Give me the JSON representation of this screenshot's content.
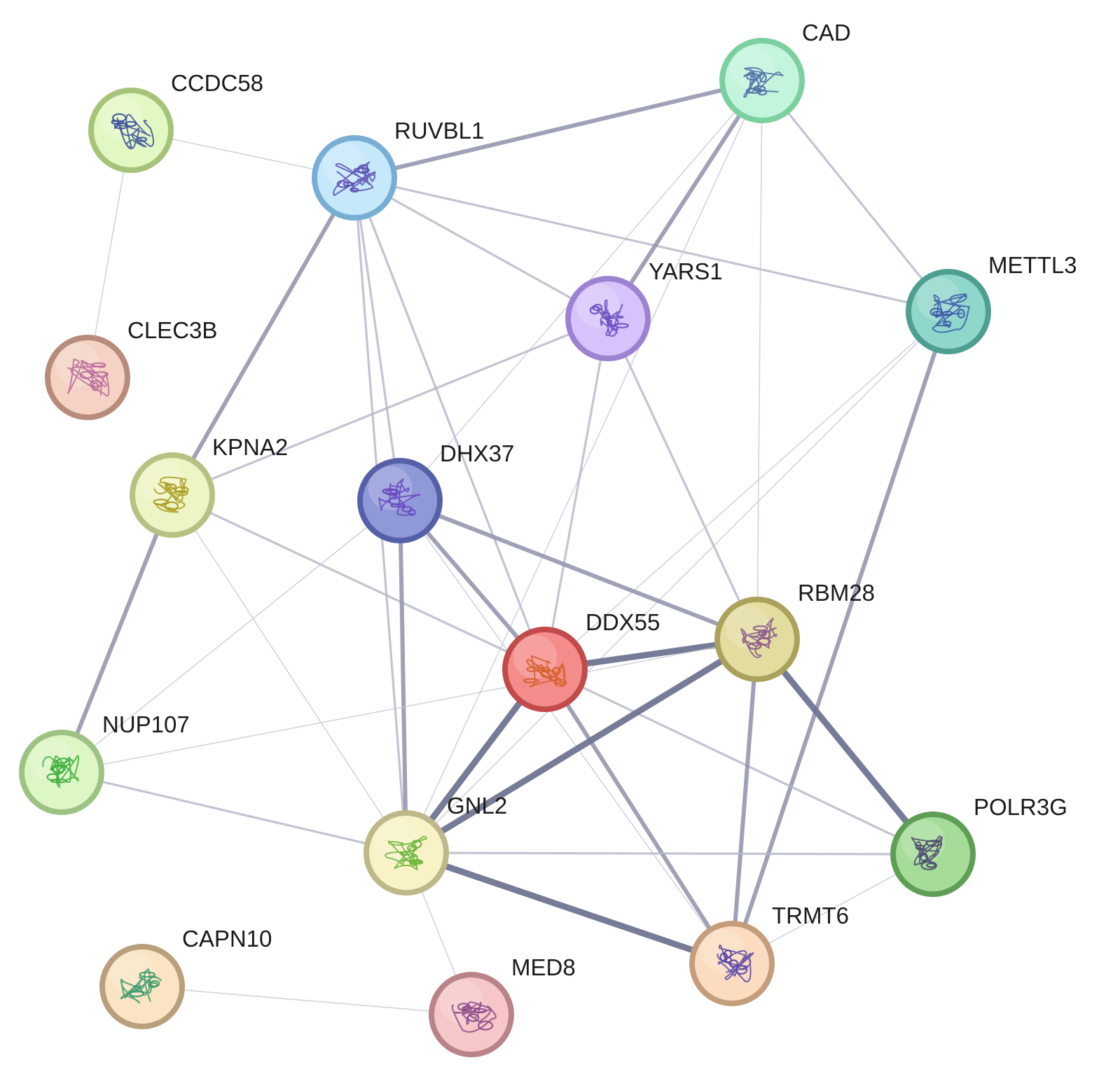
{
  "network": {
    "nodes": [
      {
        "id": "CAD",
        "label": "CAD",
        "fill": "#c2f5dc",
        "ring": "#7ccf9f",
        "glyph": "#4d6fa8"
      },
      {
        "id": "CCDC58",
        "label": "CCDC58",
        "fill": "#e2f8c2",
        "ring": "#a5c47a",
        "glyph": "#3b4f9a"
      },
      {
        "id": "RUVBL1",
        "label": "RUVBL1",
        "fill": "#c6e8fb",
        "ring": "#79aed4",
        "glyph": "#5a4fb0"
      },
      {
        "id": "YARS1",
        "label": "YARS1",
        "fill": "#d8c2fb",
        "ring": "#9e82d2",
        "glyph": "#6a4cc0"
      },
      {
        "id": "METTL3",
        "label": "METTL3",
        "fill": "#8fd6cb",
        "ring": "#4e9e92",
        "glyph": "#3b5aa8"
      },
      {
        "id": "CLEC3B",
        "label": "CLEC3B",
        "fill": "#f5d2c4",
        "ring": "#b88c7c",
        "glyph": "#b76a9a"
      },
      {
        "id": "KPNA2",
        "label": "KPNA2",
        "fill": "#eef5c4",
        "ring": "#b9c083",
        "glyph": "#a89c20"
      },
      {
        "id": "DHX37",
        "label": "DHX37",
        "fill": "#8f99d8",
        "ring": "#5660a8",
        "glyph": "#6a48c0"
      },
      {
        "id": "RBM28",
        "label": "RBM28",
        "fill": "#e2dc9e",
        "ring": "#aaa25c",
        "glyph": "#8a5a8a"
      },
      {
        "id": "DDX55",
        "label": "DDX55",
        "fill": "#f48c8c",
        "ring": "#c24a4a",
        "glyph": "#d4602a"
      },
      {
        "id": "NUP107",
        "label": "NUP107",
        "fill": "#dcf6c4",
        "ring": "#9ec284",
        "glyph": "#3fae3f"
      },
      {
        "id": "GNL2",
        "label": "GNL2",
        "fill": "#f8f2c6",
        "ring": "#bfb88a",
        "glyph": "#6ab43a"
      },
      {
        "id": "POLR3G",
        "label": "POLR3G",
        "fill": "#a4dc98",
        "ring": "#5e9e55",
        "glyph": "#4a4a6a"
      },
      {
        "id": "TRMT6",
        "label": "TRMT6",
        "fill": "#fbdcc0",
        "ring": "#c49e7c",
        "glyph": "#5a46a8"
      },
      {
        "id": "CAPN10",
        "label": "CAPN10",
        "fill": "#fae4c4",
        "ring": "#b9a07c",
        "glyph": "#3a9a6a"
      },
      {
        "id": "MED8",
        "label": "MED8",
        "fill": "#f6c6c8",
        "ring": "#b98488",
        "glyph": "#8a4a8a"
      }
    ],
    "edges": [
      {
        "from": "RUVBL1",
        "to": "CAD",
        "strength": "medium"
      },
      {
        "from": "RUVBL1",
        "to": "KPNA2",
        "strength": "medium"
      },
      {
        "from": "RUVBL1",
        "to": "CCDC58",
        "strength": "faint"
      },
      {
        "from": "RUVBL1",
        "to": "METTL3",
        "strength": "light"
      },
      {
        "from": "RUVBL1",
        "to": "YARS1",
        "strength": "light"
      },
      {
        "from": "RUVBL1",
        "to": "DHX37",
        "strength": "light"
      },
      {
        "from": "RUVBL1",
        "to": "GNL2",
        "strength": "light"
      },
      {
        "from": "RUVBL1",
        "to": "DDX55",
        "strength": "light"
      },
      {
        "from": "CCDC58",
        "to": "CLEC3B",
        "strength": "faint"
      },
      {
        "from": "CAD",
        "to": "METTL3",
        "strength": "light"
      },
      {
        "from": "CAD",
        "to": "YARS1",
        "strength": "medium"
      },
      {
        "from": "CAD",
        "to": "RBM28",
        "strength": "faint"
      },
      {
        "from": "CAD",
        "to": "DHX37",
        "strength": "faint"
      },
      {
        "from": "CAD",
        "to": "GNL2",
        "strength": "faint"
      },
      {
        "from": "YARS1",
        "to": "KPNA2",
        "strength": "light"
      },
      {
        "from": "YARS1",
        "to": "RBM28",
        "strength": "light"
      },
      {
        "from": "YARS1",
        "to": "DDX55",
        "strength": "light"
      },
      {
        "from": "METTL3",
        "to": "TRMT6",
        "strength": "medium"
      },
      {
        "from": "METTL3",
        "to": "DDX55",
        "strength": "faint"
      },
      {
        "from": "METTL3",
        "to": "GNL2",
        "strength": "faint"
      },
      {
        "from": "KPNA2",
        "to": "NUP107",
        "strength": "medium"
      },
      {
        "from": "KPNA2",
        "to": "DDX55",
        "strength": "light"
      },
      {
        "from": "KPNA2",
        "to": "GNL2",
        "strength": "faint"
      },
      {
        "from": "DHX37",
        "to": "RBM28",
        "strength": "medium"
      },
      {
        "from": "DHX37",
        "to": "DDX55",
        "strength": "medium"
      },
      {
        "from": "DHX37",
        "to": "GNL2",
        "strength": "medium"
      },
      {
        "from": "DHX37",
        "to": "NUP107",
        "strength": "faint"
      },
      {
        "from": "DHX37",
        "to": "TRMT6",
        "strength": "faint"
      },
      {
        "from": "DDX55",
        "to": "RBM28",
        "strength": "strong"
      },
      {
        "from": "DDX55",
        "to": "GNL2",
        "strength": "strong"
      },
      {
        "from": "DDX55",
        "to": "TRMT6",
        "strength": "medium"
      },
      {
        "from": "DDX55",
        "to": "POLR3G",
        "strength": "light"
      },
      {
        "from": "RBM28",
        "to": "GNL2",
        "strength": "strong"
      },
      {
        "from": "RBM28",
        "to": "POLR3G",
        "strength": "strong"
      },
      {
        "from": "RBM28",
        "to": "TRMT6",
        "strength": "medium"
      },
      {
        "from": "RBM28",
        "to": "NUP107",
        "strength": "faint"
      },
      {
        "from": "NUP107",
        "to": "GNL2",
        "strength": "light"
      },
      {
        "from": "GNL2",
        "to": "TRMT6",
        "strength": "strong"
      },
      {
        "from": "GNL2",
        "to": "POLR3G",
        "strength": "light"
      },
      {
        "from": "GNL2",
        "to": "MED8",
        "strength": "faint"
      },
      {
        "from": "TRMT6",
        "to": "POLR3G",
        "strength": "faint"
      },
      {
        "from": "CAPN10",
        "to": "MED8",
        "strength": "faint"
      }
    ]
  }
}
